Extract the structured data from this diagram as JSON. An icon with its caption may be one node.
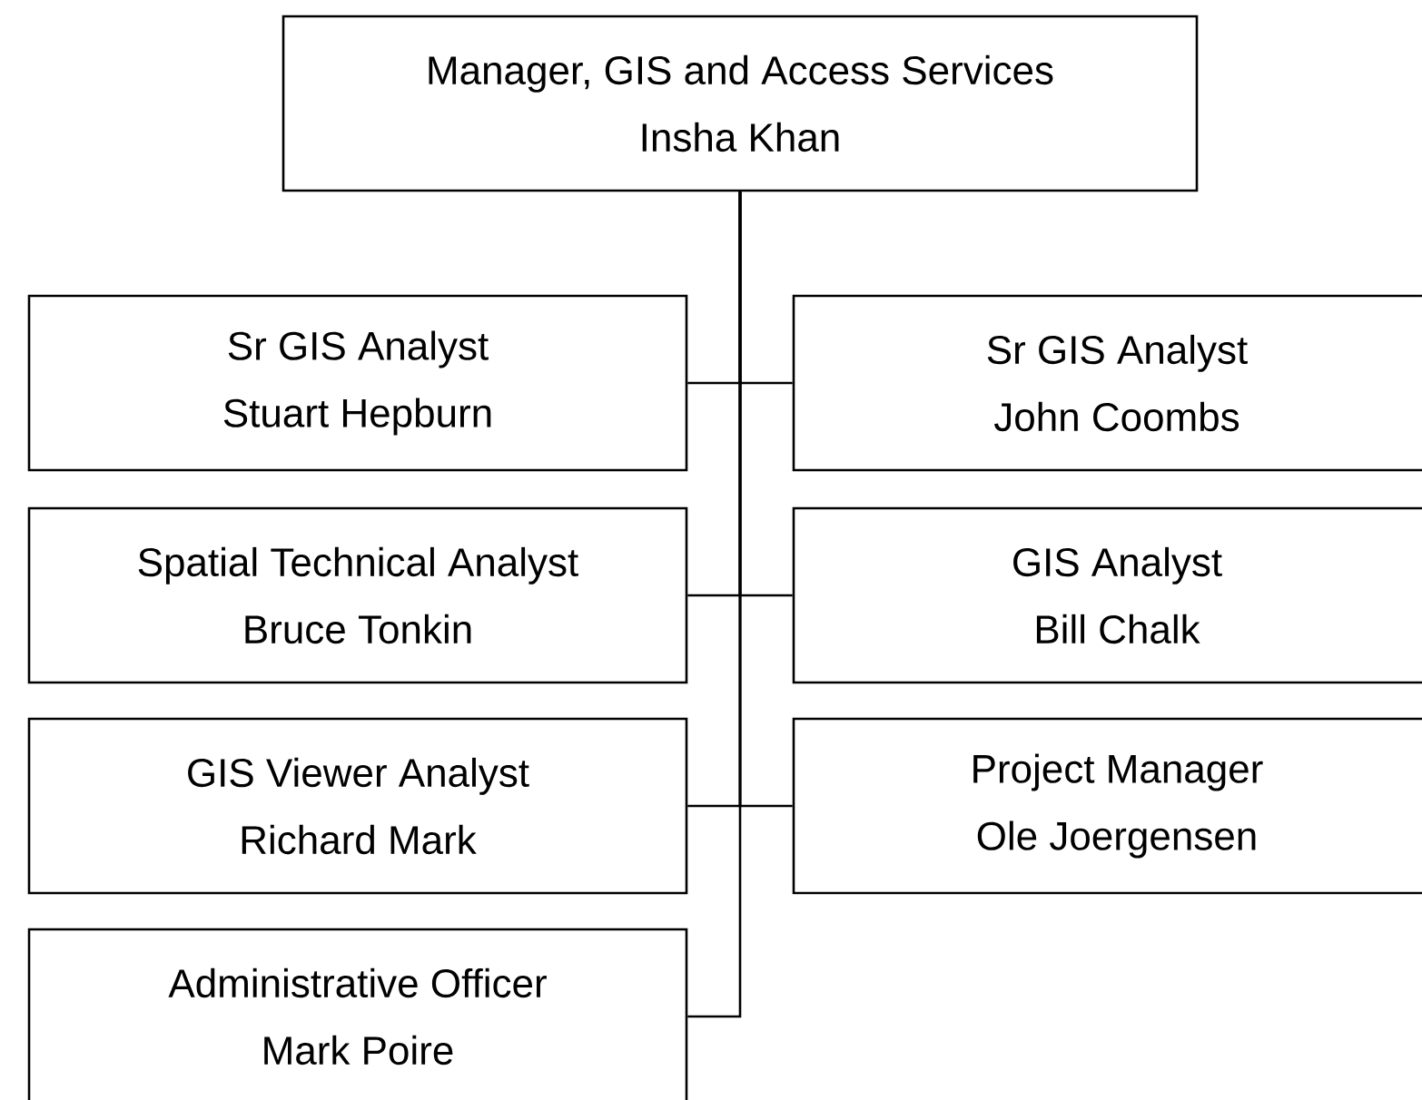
{
  "diagram": {
    "nodes": [
      {
        "text": [
          "Manager, GIS and Access Services",
          "Insha Khan"
        ]
      },
      {
        "text": [
          "Sr GIS Analyst",
          "Stuart Hepburn"
        ]
      },
      {
        "text": [
          "Sr GIS Analyst",
          "John Coombs"
        ]
      },
      {
        "text": [
          "Spatial Technical Analyst",
          "Bruce Tonkin"
        ]
      },
      {
        "text": [
          "GIS Analyst",
          "Bill Chalk"
        ]
      },
      {
        "text": [
          "GIS Viewer Analyst",
          "Richard Mark"
        ]
      },
      {
        "text": [
          "Project Manager",
          "Ole Joergensen"
        ]
      },
      {
        "text": [
          "Administrative Officer",
          "Mark Poire"
        ]
      }
    ],
    "edges": [
      {
        "from": 0,
        "to": 1,
        "arrow": "none"
      },
      {
        "from": 0,
        "to": 2,
        "arrow": "none"
      },
      {
        "from": 0,
        "to": 3,
        "arrow": "none"
      },
      {
        "from": 0,
        "to": 4,
        "arrow": "none"
      },
      {
        "from": 0,
        "to": 5,
        "arrow": "none"
      },
      {
        "from": 0,
        "to": 6,
        "arrow": "none"
      },
      {
        "from": 0,
        "to": 7,
        "arrow": "none"
      }
    ]
  }
}
